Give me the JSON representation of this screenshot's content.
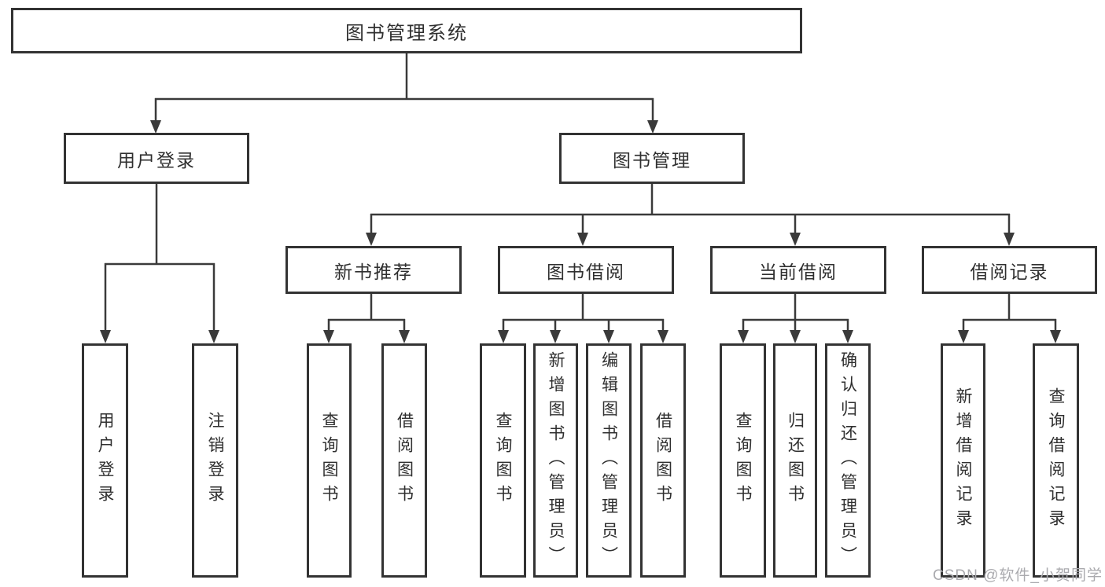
{
  "diagram": {
    "title": "图书管理系统",
    "colors": {
      "line": "#3a3a3a",
      "box_border": "#333333",
      "text": "#2f2f2f",
      "background": "#ffffff",
      "watermark": "#aaaaae"
    },
    "nodes": {
      "root": {
        "label": "图书管理系统"
      },
      "l2_user_login": {
        "label": "用户登录"
      },
      "l2_book_mgmt": {
        "label": "图书管理"
      },
      "l3_new_books": {
        "label": "新书推荐"
      },
      "l3_book_borrow": {
        "label": "图书借阅"
      },
      "l3_current_borrow": {
        "label": "当前借阅"
      },
      "l3_borrow_records": {
        "label": "借阅记录"
      },
      "leaf_user_login": {
        "label": "用户登录"
      },
      "leaf_logout": {
        "label": "注销登录"
      },
      "leaf_nb_query_books": {
        "label": "查询图书"
      },
      "leaf_nb_borrow_books": {
        "label": "借阅图书"
      },
      "leaf_bb_query_books": {
        "label": "查询图书"
      },
      "leaf_bb_add_books_admin": {
        "label": "新增图书（管理员）"
      },
      "leaf_bb_edit_books_admin": {
        "label": "编辑图书（管理员）"
      },
      "leaf_bb_borrow_books": {
        "label": "借阅图书"
      },
      "leaf_cb_query_books": {
        "label": "查询图书"
      },
      "leaf_cb_return_books": {
        "label": "归还图书"
      },
      "leaf_cb_confirm_return_admin": {
        "label": "确认归还（管理员）"
      },
      "leaf_br_add_record": {
        "label": "新增借阅记录"
      },
      "leaf_br_query_record": {
        "label": "查询借阅记录"
      }
    },
    "watermark": {
      "text": "CSDN @软件_小贺同学"
    }
  }
}
